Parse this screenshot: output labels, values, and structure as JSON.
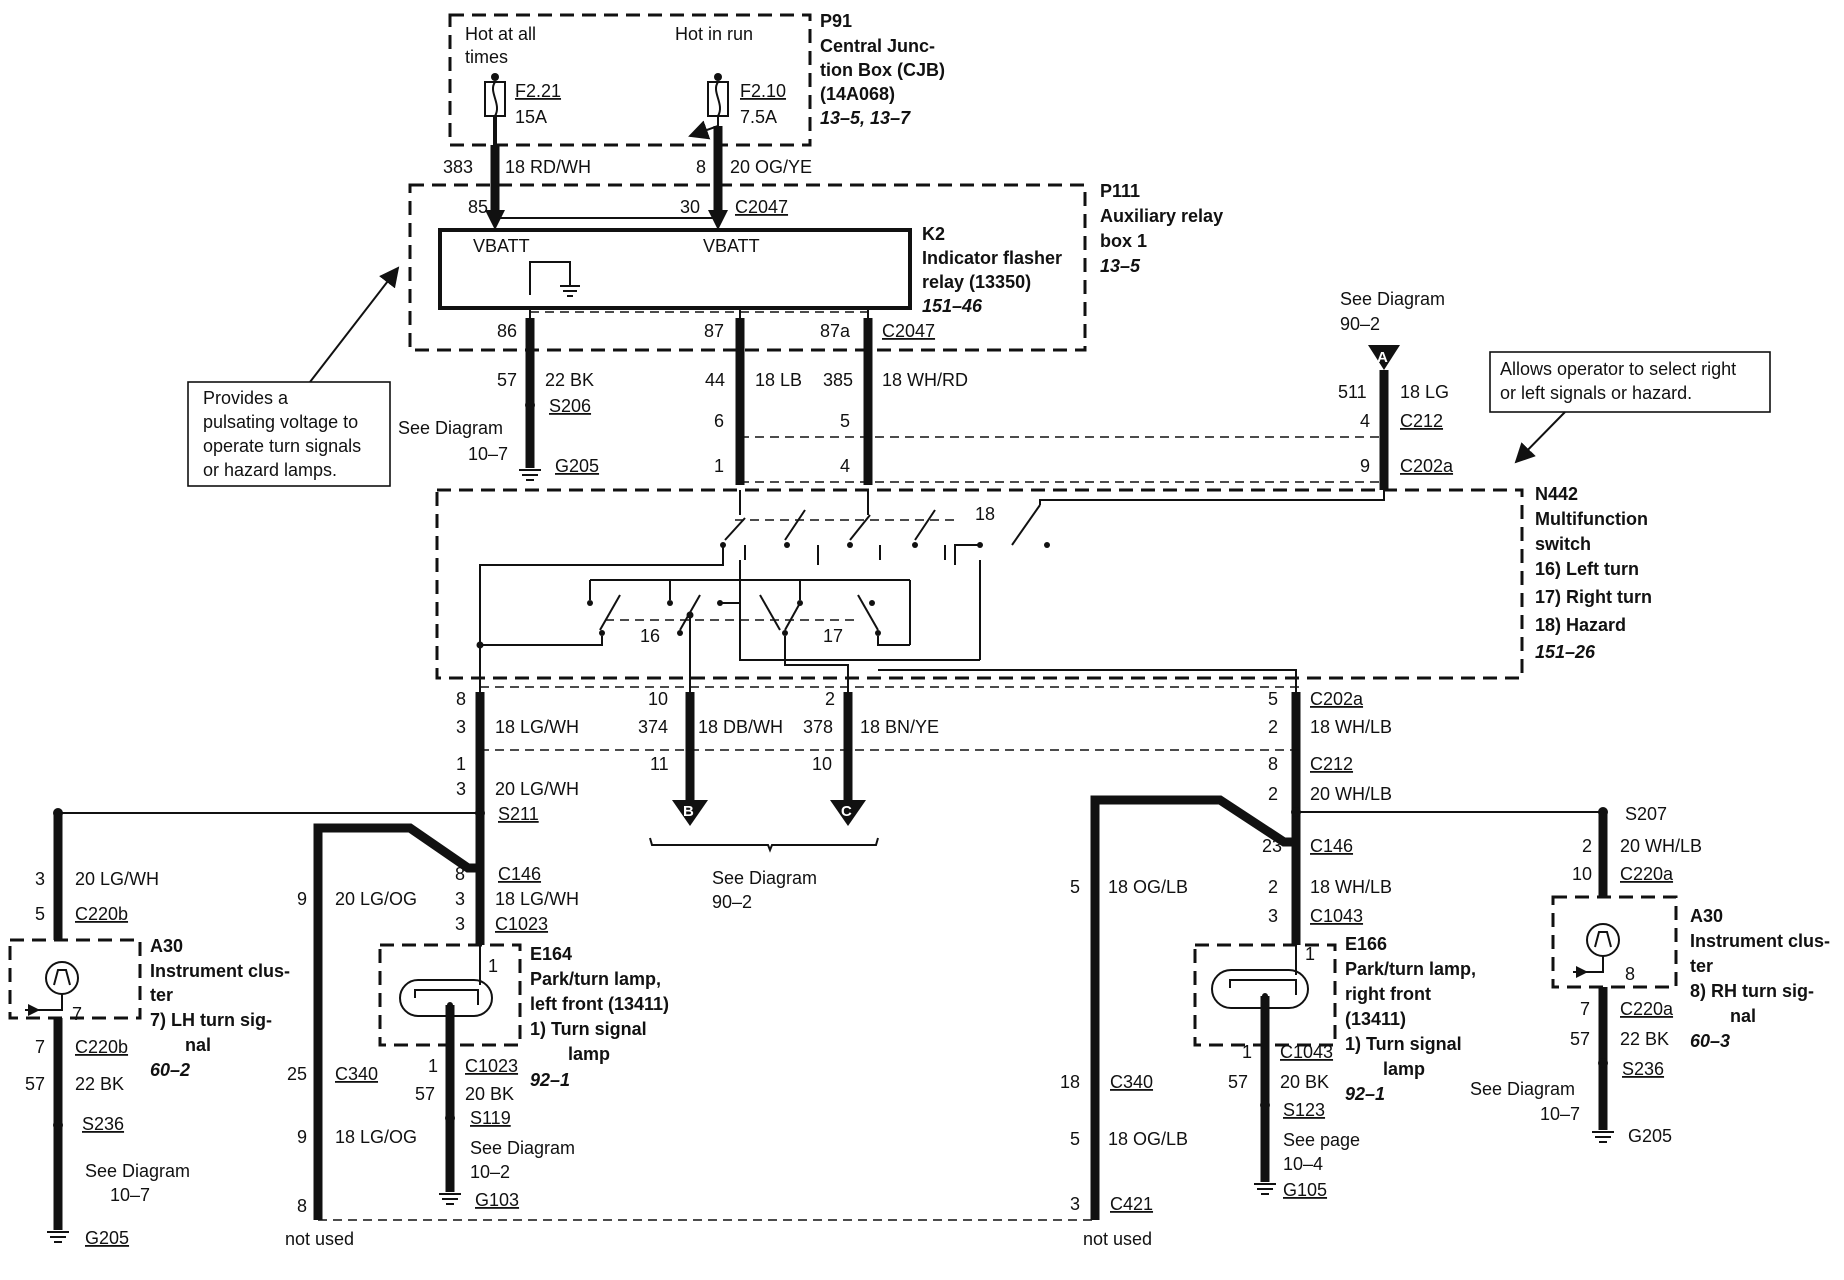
{
  "p91": {
    "id": "P91",
    "name_line1": "Central Junc-",
    "name_line2": "tion Box (CJB)",
    "part": "(14A068)",
    "ref": "13–5, 13–7",
    "hot_all_line1": "Hot at all",
    "hot_all_line2": "times",
    "hot_run": "Hot in run",
    "fuse1_id": "F2.21",
    "fuse1_rating": "15A",
    "fuse2_id": "F2.10",
    "fuse2_rating": "7.5A"
  },
  "wires_top": {
    "c383": "383",
    "w383": "18 RD/WH",
    "c8": "8",
    "w8": "20 OG/YE"
  },
  "p111": {
    "id": "P111",
    "name_line1": "Auxiliary relay",
    "name_line2": "box 1",
    "ref": "13–5",
    "pin85": "85",
    "pin30": "30",
    "conn_top": "C2047",
    "pin86": "86",
    "pin87": "87",
    "pin87a": "87a",
    "conn_bot": "C2047"
  },
  "k2": {
    "id": "K2",
    "name_line1": "Indicator flasher",
    "name_line2": "relay (13350)",
    "ref": "151–46",
    "vbatt1": "VBATT",
    "vbatt2": "VBATT"
  },
  "callouts": {
    "pulse_line1": "Provides a",
    "pulse_line2": "pulsating voltage to",
    "pulse_line3": "operate turn signals",
    "pulse_line4": "or hazard lamps.",
    "allows_line1": "Allows operator to select right",
    "allows_line2": "or left signals or hazard."
  },
  "ground_k2": {
    "c57": "57",
    "w57": "22 BK",
    "splice": "S206",
    "see1": "See Diagram",
    "see2": "10–7",
    "gnd": "G205"
  },
  "mid_wires": {
    "c44": "44",
    "w44": "18 LB",
    "p6": "6",
    "p1": "1",
    "c385": "385",
    "w385": "18 WH/RD",
    "p5": "5",
    "p4": "4",
    "c511": "511",
    "w511": "18 LG",
    "p4b": "4",
    "c212": "C212",
    "p9": "9",
    "c202a": "C202a",
    "see_a1": "See Diagram",
    "see_a2": "90–2",
    "conn_a": "A"
  },
  "n442": {
    "id": "N442",
    "name_line1": "Multifunction",
    "name_line2": "switch",
    "item16": "16) Left turn",
    "item17": "17) Right turn",
    "item18": "18) Hazard",
    "ref": "151–26",
    "sw16": "16",
    "sw17": "17",
    "sw18": "18"
  },
  "below_switch": {
    "p8": "8",
    "c3": "3",
    "w3": "18 LG/WH",
    "p1": "1",
    "c3b": "3",
    "w3b": "20 LG/WH",
    "s211": "S211",
    "p10": "10",
    "c374": "374",
    "w374": "18 DB/WH",
    "p11": "11",
    "p2": "2",
    "c378": "378",
    "w378": "18 BN/YE",
    "p10b": "10",
    "conn_b": "B",
    "conn_c": "C",
    "see1": "See Diagram",
    "see2": "90–2",
    "p5": "5",
    "c202a": "C202a",
    "c2": "2",
    "w2": "18 WH/LB",
    "p8b": "8",
    "c212": "C212",
    "c2b": "2",
    "w2b": "20 WH/LB"
  },
  "left": {
    "c3": "3",
    "w3": "20 LG/WH",
    "p5": "5",
    "c220b": "C220b",
    "a30": "A30",
    "a30_line1": "Instrument clus-",
    "a30_line2": "ter",
    "item7_line1": "7)   LH turn sig-",
    "item7_line2": "nal",
    "a30_ref": "60–2",
    "pin7": "7",
    "p7": "7",
    "c220b_b": "C220b",
    "c57": "57",
    "w57": "22 BK",
    "s236": "S236",
    "see1": "See Diagram",
    "see2": "10–7",
    "gnd": "G205",
    "c9": "9",
    "w9": "20 LG/OG",
    "p25": "25",
    "c340": "C340",
    "c9b": "9",
    "w9b": "18 LG/OG",
    "p8": "8",
    "not_used": "not used",
    "p8c": "8",
    "c146": "C146",
    "c3c": "3",
    "w3c": "18 LG/WH",
    "p3d": "3",
    "c1023": "C1023",
    "e164": "E164",
    "e164_line1": "Park/turn lamp,",
    "e164_line2": "left front (13411)",
    "e164_item1": "1)   Turn signal",
    "e164_item2": "lamp",
    "e164_ref": "92–1",
    "lamp_pin": "1",
    "p1": "1",
    "c1023b": "C1023",
    "c57b": "57",
    "w57b": "20 BK",
    "s119": "S119",
    "see3": "See Diagram",
    "see4": "10–2",
    "gnd2": "G103"
  },
  "right": {
    "c5": "5",
    "w5": "18 OG/LB",
    "p18": "18",
    "c340": "C340",
    "c5b": "5",
    "w5b": "18 OG/LB",
    "p3": "3",
    "c421": "C421",
    "not_used": "not used",
    "p23": "23",
    "c146": "C146",
    "c2": "2",
    "w2": "18 WH/LB",
    "p3b": "3",
    "c1043": "C1043",
    "e166": "E166",
    "e166_line1": "Park/turn lamp,",
    "e166_line2": "right front",
    "e166_line3": "(13411)",
    "e166_item1": "1)   Turn signal",
    "e166_item2": "lamp",
    "e166_ref": "92–1",
    "lamp_pin": "1",
    "p1": "1",
    "c1043b": "C1043",
    "c57": "57",
    "w57": "20 BK",
    "s123": "S123",
    "see1": "See page",
    "see2": "10–4",
    "gnd": "G105",
    "s207": "S207",
    "c2b": "2",
    "w2b": "20 WH/LB",
    "p10": "10",
    "c220a": "C220a",
    "a30": "A30",
    "a30_line1": "Instrument clus-",
    "a30_line2": "ter",
    "item8_line1": "8)   RH turn sig-",
    "item8_line2": "nal",
    "a30_ref": "60–3",
    "pin8": "8",
    "p7": "7",
    "c220a_b": "C220a",
    "c57b": "57",
    "w57b": "22 BK",
    "s236": "S236",
    "see3": "See Diagram",
    "see4": "10–7",
    "gnd2": "G205"
  }
}
